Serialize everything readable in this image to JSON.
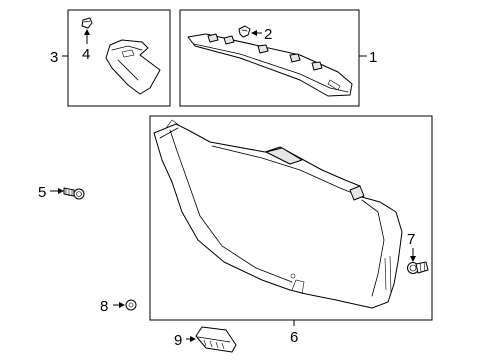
{
  "callouts": {
    "c1": "1",
    "c2": "2",
    "c3": "3",
    "c4": "4",
    "c5": "5",
    "c6": "6",
    "c7": "7",
    "c8": "8",
    "c9": "9"
  },
  "colors": {
    "line": "#000000",
    "background": "#ffffff",
    "shade": "#e6e6e6"
  }
}
